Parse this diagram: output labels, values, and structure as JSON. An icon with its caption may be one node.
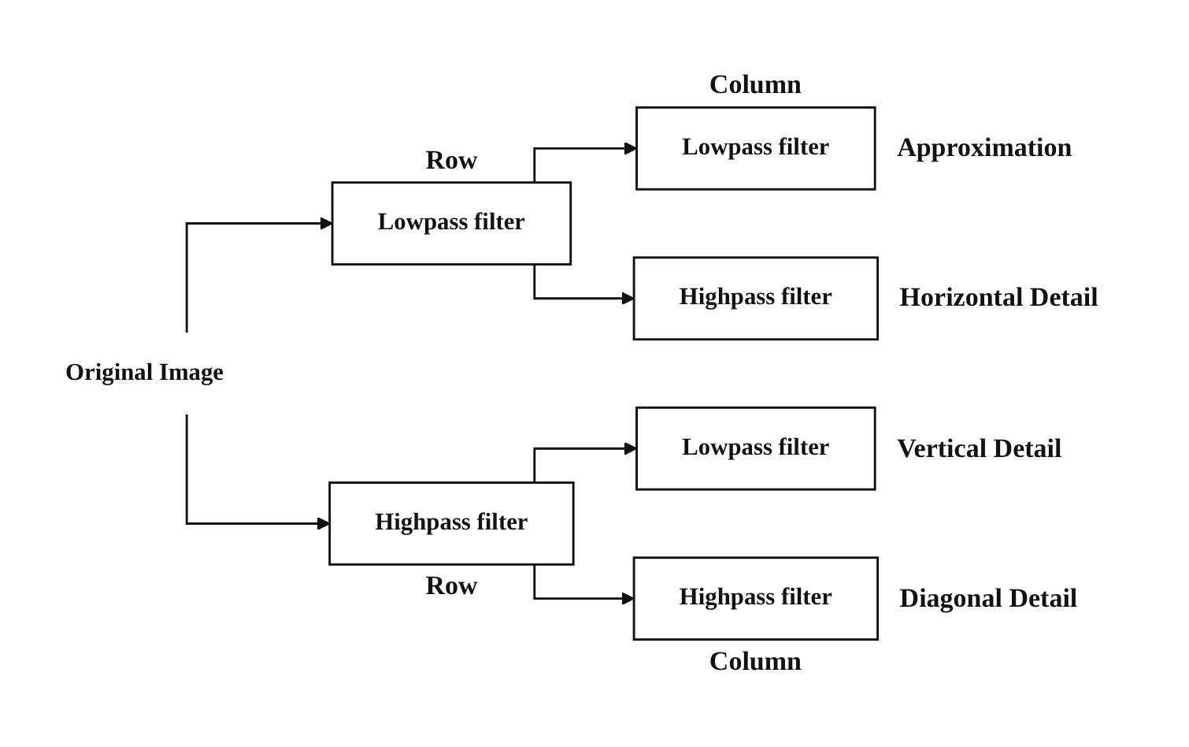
{
  "diagram": {
    "nodes": [
      {
        "text": [
          "Original Image"
        ]
      },
      {
        "text": [
          "Lowpass filter"
        ],
        "beside": [
          "Row"
        ]
      },
      {
        "text": [
          "Highpass filter"
        ],
        "beside": [
          "Row"
        ]
      },
      {
        "text": [
          "Lowpass filter"
        ],
        "beside": [
          "Column",
          "Approximation"
        ]
      },
      {
        "text": [
          "Highpass filter"
        ],
        "beside": [
          "Horizontal Detail"
        ]
      },
      {
        "text": [
          "Lowpass filter"
        ],
        "beside": [
          "Vertical Detail"
        ]
      },
      {
        "text": [
          "Highpass filter"
        ],
        "beside": [
          "Column",
          "Diagonal Detail"
        ]
      }
    ],
    "edges": [
      {
        "from": 0,
        "to": 1,
        "arrow": "to"
      },
      {
        "from": 0,
        "to": 2,
        "arrow": "to"
      },
      {
        "from": 1,
        "to": 3,
        "arrow": "to"
      },
      {
        "from": 1,
        "to": 4,
        "arrow": "to"
      },
      {
        "from": 2,
        "to": 5,
        "arrow": "to"
      },
      {
        "from": 2,
        "to": 6,
        "arrow": "to"
      }
    ]
  }
}
